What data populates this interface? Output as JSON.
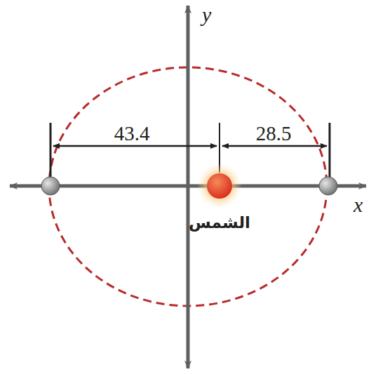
{
  "diagram": {
    "labels": [
      "y",
      "43.4",
      "28.5",
      "x",
      "الشمس"
    ]
  }
}
